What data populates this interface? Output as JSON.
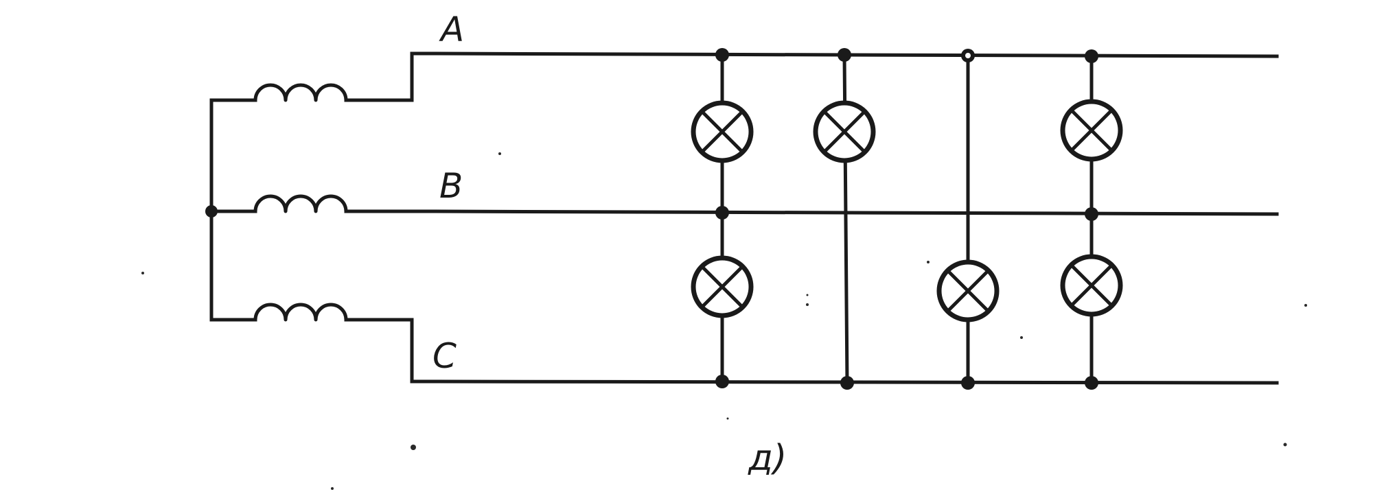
{
  "diagram": {
    "phase_labels": {
      "a": "A",
      "b": "B",
      "c": "C"
    },
    "caption": "д)",
    "generator": {
      "connection": "star",
      "windings": [
        "A",
        "B",
        "C"
      ]
    },
    "loads": [
      {
        "column": 1,
        "lamps": [
          {
            "between": [
              "A",
              "B"
            ]
          },
          {
            "between": [
              "B",
              "C"
            ]
          }
        ]
      },
      {
        "column": 2,
        "lamps": [
          {
            "between": [
              "A",
              "C"
            ]
          }
        ]
      },
      {
        "column": 3,
        "lamps": [
          {
            "between": [
              "A",
              "C"
            ]
          }
        ]
      },
      {
        "column": 4,
        "lamps": [
          {
            "between": [
              "A",
              "B"
            ]
          },
          {
            "between": [
              "B",
              "C"
            ]
          }
        ]
      }
    ]
  }
}
